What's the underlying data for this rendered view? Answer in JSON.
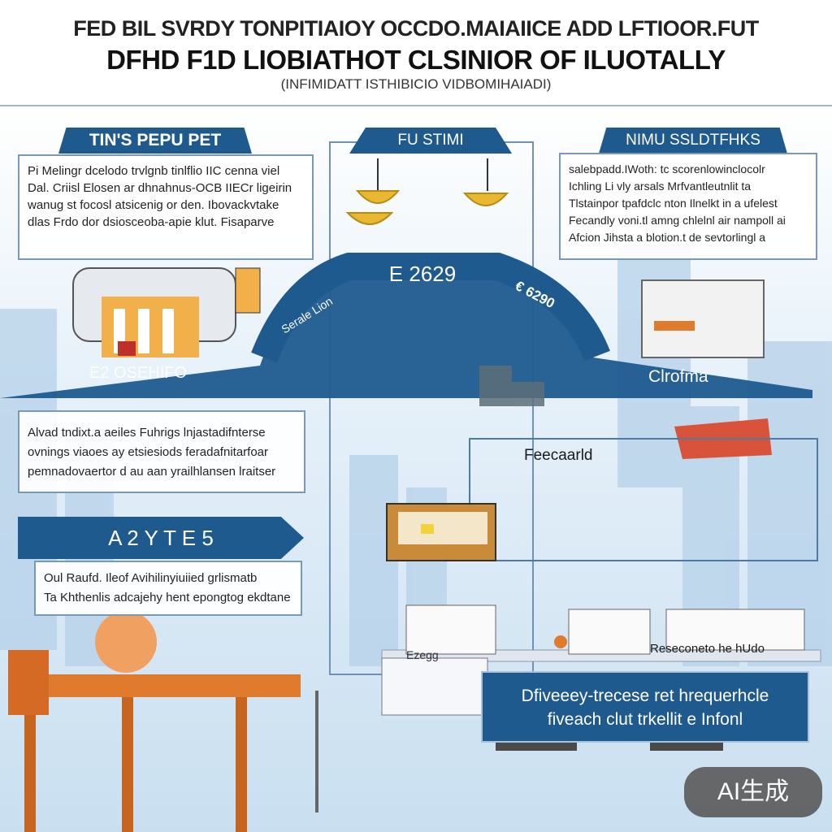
{
  "header": {
    "line1": "FED BIL SVRDY TONPITIAIOY OCCDO.MAIAIICE ADD LFTIOOR.FUT",
    "line2": "DFHD F1D LIOBIATHOT CLSINIOR OF ILUOTALLY",
    "line3": "(INFIMIDATT ISTHIBICIO VIDBOMIHAIADI)"
  },
  "tabs": {
    "left": "TIN'S PEPU PET",
    "center": "FU STIMI",
    "right": "NIMU SSLDTFHKS",
    "arc_center": "E 2629",
    "arc_left": "Serale Lion",
    "arc_right": "€ 6290",
    "left_band": "E2 OSEHIFO",
    "right_band": "Clrofma",
    "mid_tab": "A 2 Y T E 5"
  },
  "boxes": {
    "top_left": [
      "Pi Melingr dcelodo trvlgnb tinlflio IIC cenna viel",
      "Dal. Criisl Elosen ar dhnahnus-OCB IIECr ligeirin",
      "wanug st focosl atsicenig or den. Ibovackvtake",
      "dlas Frdo dor dsiosceoba-apie klut. Fisaparve"
    ],
    "top_right": [
      "salebpadd.IWoth: tc scorenlowinclocolr",
      "Ichling Li vly arsals Mrfvantleutnlit ta",
      "Tlstainpor tpafdclc nton Ilnelkt in a ufelest",
      "Fecandly voni.tl amng chlelnl air nampoll ai",
      "Afcion Jihsta a blotion.t de sevtorlingl a"
    ],
    "mid_left": [
      "Alvad tndixt.a aeiles Fuhrigs lnjastadifnterse",
      "ovnings viaoes ay etsiesiods feradafnitarfoar",
      "pemnadovaertor d au aan yrailhlansen lraitser"
    ],
    "lower_left": [
      "Oul Raufd. Ileof Avihilinyiuiied grlismatb",
      "Ta Khthenlis adcajehy hent epongtog ekdtane"
    ],
    "bottom_right": [
      "Dfiveeey-trecese ret hrequerhcle",
      "fiveach clut trkellit e Infonl"
    ]
  },
  "labels": {
    "feecaard": "Feecaarld",
    "reseconeto": "Reseconeto he hUdo",
    "sign_left": "Ezegg"
  },
  "watermark": "AI生成",
  "colors": {
    "navy": "#1f5a8f",
    "sky": "#c9dff0",
    "orange": "#e07b2e",
    "gold": "#e8b832"
  }
}
